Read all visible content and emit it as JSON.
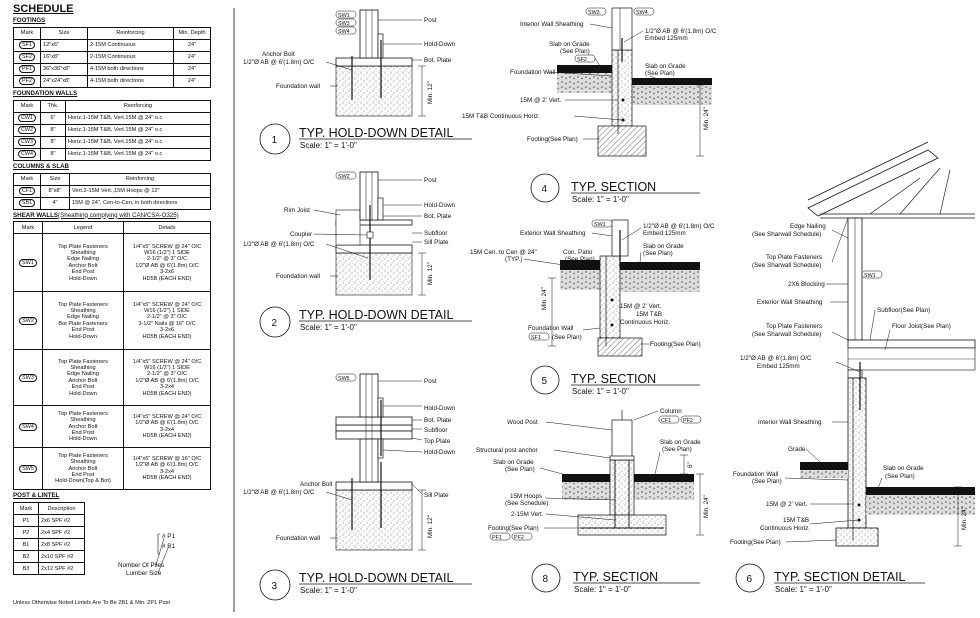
{
  "schedule": {
    "title": "SCHEDULE",
    "footings": {
      "title": "FOOTINGS",
      "headers": [
        "Mark",
        "Size",
        "Reinforcing",
        "Min. Depth"
      ],
      "rows": [
        [
          "SF1",
          "12\"x6\"",
          "2-15M Continuous",
          "24\""
        ],
        [
          "SF2",
          "16\"x8\"",
          "2-15M Continuous",
          "24\""
        ],
        [
          "PF1",
          "36\"x36\"x8\"",
          "4-15M both directions",
          "24\""
        ],
        [
          "PF2",
          "24\"x24\"x8\"",
          "4-15M both directions",
          "24\""
        ]
      ]
    },
    "foundation_walls": {
      "title": "FOUNDATION WALLS",
      "headers": [
        "Mark",
        "Thk.",
        "Reinforcing"
      ],
      "rows": [
        [
          "CW1",
          "6\"",
          "Horiz.1-15M T&B, Vert.15M @ 24\" o.c"
        ],
        [
          "CW2",
          "8\"",
          "Horiz.1-15M T&B, Vert.15M @ 24\" o.c"
        ],
        [
          "CW3",
          "8\"",
          "Horiz.1-15M T&B, Vert.15M @ 24\" o.c"
        ],
        [
          "CW4",
          "8\"",
          "Horiz.1-15M T&B, Vert.15M @ 24\" o.c"
        ]
      ]
    },
    "columns_slab": {
      "title": "COLUMNS & SLAB",
      "headers": [
        "Mark",
        "Size",
        "Reinforcing"
      ],
      "rows": [
        [
          "CF1",
          "8\"x8\"",
          "Vert.2-15M Vert.,15M Hoops @ 12\""
        ],
        [
          "SB1",
          "4\"",
          "15M @ 24\", Cen-to-Cen, in both directions"
        ]
      ]
    },
    "shear_walls": {
      "title": "SHEAR WALLS",
      "subtitle": "(Sheathing complying with CAN/CSA-O325)",
      "headers": [
        "Mark",
        "Legend",
        "Details"
      ],
      "rows": [
        {
          "mark": "SW1",
          "legend": "Top Plate Fasteners\nSheathing\nEdge Nailing\nAnchor Bolt\nEnd Post\nHold-Down",
          "details": "1/4\"x5\" SCREW @ 24\" O/C\nW16 (1/2\") 1 SIDE\n2-1/2\" @ 3\" O/C\n1/2\"Ø AB @ 6'(1.8m) O/C\n3-2x6\nHD5B (EACH END)"
        },
        {
          "mark": "SW2",
          "legend": "Top Plate Fasteners\nSheathing\nEdge Nailing\nBot Plate Fasteners\nEnd Post\nHold-Down",
          "details": "1/4\"x5\" SCREW @ 24\" O/C\nW16 (1/2\") 1 SIDE\n2-1/2\" @ 3\" O/C\n3-1/2\" Nails @ 16\" O/C\n3-2x6\nHD5B (EACH END)"
        },
        {
          "mark": "SW3",
          "legend": "Top Plate Fasteners\nSheathing\nEdge Nailing\nAnchor Bolt\nEnd Post\nHold-Down",
          "details": "1/4\"x5\" SCREW @ 24\" O/C\nW16 (1/2\") 1 SIDE\n2-1/2\" @ 3\" O/C\n1/2\"Ø AB @ 6'(1.8m) O/C\n3-2x4\nHD5B (EACH END)"
        },
        {
          "mark": "SW4",
          "legend": "Top Plate Fasteners\nSheathing\nAnchor Bolt\nEnd Post\nHold-Down",
          "details": "1/4\"x5\" SCREW @ 24\" O/C\n1/2\"Ø AB @ 6'(1.8m) O/C\n3-2x4\nHD5B (EACH END)"
        },
        {
          "mark": "SW5",
          "legend": "Top Plate Fasteners\nSheathing\nAnchor Bolt\nEnd Post\nHold-Down(Top & Bot)",
          "details": "1/4\"x5\" SCREW @ 16\" O/C\n1/2\"Ø AB @ 6'(1.8m) O/C\n3-2x4\nHD5B (EACH END)"
        }
      ]
    },
    "post_lintel": {
      "title": "POST & LINTEL",
      "headers": [
        "Mark",
        "Description"
      ],
      "rows": [
        [
          "P1",
          "2x6 SPF #2"
        ],
        [
          "P2",
          "2x4 SPF #2"
        ],
        [
          "B1",
          "2x8 SPF #2"
        ],
        [
          "B2",
          "2x10 SPF #2"
        ],
        [
          "B3",
          "2x12 SPF #2"
        ]
      ],
      "legend_top": "# P1",
      "legend_bottom": "# B1",
      "legend_label_1": "Number Of Plies",
      "legend_label_2": "Lumber Size",
      "note": "Unless Otherwise Noted Lintels Are To Be 2B1 & Min. 2P1 Post"
    }
  },
  "details": {
    "d1": {
      "number": "1",
      "title": "TYP. HOLD-DOWN DETAIL",
      "scale": "Scale: 1\" = 1'-0\"",
      "tags": [
        "SW1",
        "SW3",
        "SW4"
      ],
      "labels": {
        "post": "Post",
        "holddown": "Hold-Down",
        "botplate": "Bot. Plate",
        "anchor1": "Anchor Bolt",
        "anchor2": "1/2\"Ø AB @ 6'(1.8m) O/C",
        "fwall": "Foundation wall",
        "dim": "Min. 12\""
      }
    },
    "d2": {
      "number": "2",
      "title": "TYP. HOLD-DOWN DETAIL",
      "scale": "Scale: 1\" = 1'-0\"",
      "tags": [
        "SW2"
      ],
      "labels": {
        "post": "Post",
        "holddown": "Hold-Down",
        "botplate": "Bot. Plate",
        "rimjoist": "Rim Joist",
        "coupler": "Coupler",
        "subfloor": "Subfloor",
        "sillplate": "Sill Plate",
        "anchor": "1/2\"Ø AB @ 6'(1.8m) O/C",
        "fwall": "Foundation wall",
        "dim": "Min. 12\""
      }
    },
    "d3": {
      "number": "3",
      "title": "TYP. HOLD-DOWN DETAIL",
      "scale": "Scale: 1\" = 1'-0\"",
      "tags": [
        "SW5"
      ],
      "labels": {
        "post": "Post",
        "holddown1": "Hold-Down",
        "botplate": "Bot. Plate",
        "subfloor": "Subfloor",
        "topplate": "Top Plate",
        "holddown2": "Hold-Down",
        "anchor1": "Anchor Bolt",
        "anchor2": "1/2\"Ø AB @ 6'(1.8m) O/C",
        "sillplate": "Sill Plate",
        "fwall": "Foundation wall",
        "dim": "Min. 12\""
      }
    },
    "d4": {
      "number": "4",
      "title": "TYP. SECTION",
      "scale": "Scale: 1\" = 1'-0\"",
      "tags": [
        "SW3",
        "SW4",
        "SF2"
      ],
      "labels": {
        "iws": "Interior Wall Sheathing",
        "ab1": "1/2\"Ø AB @ 6'(1.8m) O/C",
        "ab2": "Embed 125mm",
        "sog1": "Slab on Grade",
        "sog1b": "(See Plan)",
        "sog2": "Slab on Grade",
        "sog2b": "(See Plan)",
        "fwall": "Foundation Wall",
        "vert": "15M @ 2' Vert.",
        "horiz": "15M T&B Continuous Horiz.",
        "footing": "Footing(See Plan)",
        "dim": "Min. 24\""
      }
    },
    "d5": {
      "number": "5",
      "title": "TYP. SECTION",
      "scale": "Scale: 1\" = 1'-0\"",
      "tags": [
        "SW1",
        "SF1"
      ],
      "labels": {
        "ews": "Exterior Wall Sheathing",
        "ab1": "1/2\"Ø AB @ 6'(1.8m) O/C",
        "ab2": "Embed 125mm",
        "cen": "15M Cen. to Cen @ 24\"",
        "typ": "(TYP.)",
        "patio": "Con. Patio",
        "patiob": "(See Plan)",
        "sog": "Slab on Grade",
        "sogb": "(See Plan)",
        "vert": "15M @ 2' Vert.",
        "tb": "15M T&B",
        "horiz": "Continuous Horiz.",
        "fwall": "Foundation Wall",
        "seeplan": "(See Plan)",
        "footing": "Footing(See Plan)",
        "dim": "Min. 24\""
      }
    },
    "d6": {
      "number": "6",
      "title": "TYP. SECTION DETAIL",
      "scale": "Scale: 1\" = 1'-0\"",
      "tags": [
        "SW1"
      ],
      "labels": {
        "edge": "Edge Nailing",
        "edgeb": "(See Sharwall Schedule)",
        "tpf": "Top Plate Fasteners",
        "tpfb": "(See Sharwall Schedule)",
        "block": "2X6 Blocking",
        "ews": "Exterior Wall Sheathing",
        "tpf2": "Top Plate Fasteners",
        "tpf2b": "(See Sharwall Schedule)",
        "subfloor": "Subfloor(See Plan)",
        "joist": "Floor Joist(See Plan)",
        "ab1": "1/2\"Ø AB @ 6'(1.8m) O/C",
        "ab2": "Embed 125mm",
        "iws": "Interior Wall Sheathing",
        "grade": "Grade",
        "fwall": "Foundation Wall",
        "fwallb": "(See Plan)",
        "sog": "Slab on Grade",
        "sogb": "(See Plan)",
        "vert": "15M @ 2' Vert.",
        "tb": "15M T&B",
        "horiz": "Continuous Horiz.",
        "footing": "Footing(See Plan)",
        "dim": "Min. 24\""
      }
    },
    "d8": {
      "number": "8",
      "title": "TYP. SECTION",
      "scale": "Scale: 1\" = 1'-0\"",
      "tags": [
        "CF1",
        "PF2",
        "PF1",
        "PF2"
      ],
      "labels": {
        "column": "Column",
        "woodpost": "Wood Post",
        "anchor": "Structural post anchor",
        "sog1": "Slab on Grade",
        "sog1b": "(See Plan)",
        "sog2": "Slab on Grade",
        "sog2b": "(See Plan)",
        "hoops": "15M Hoops",
        "hoopsb": "(See Schedule)",
        "vert": "2-15M Vert.",
        "footing": "Footing(See Plan)",
        "dim1": "6\"",
        "dim2": "Min. 24\""
      }
    }
  }
}
